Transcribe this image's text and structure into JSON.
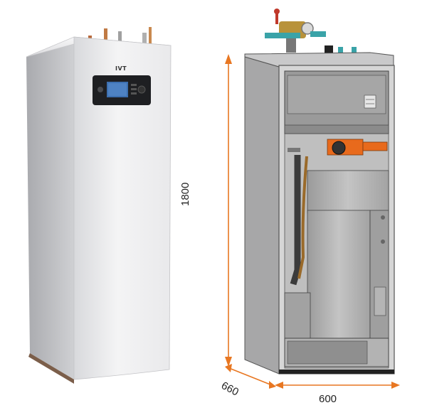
{
  "product": {
    "brand": "IVT"
  },
  "dimensions": {
    "height": "1800",
    "width": "600",
    "depth": "660"
  },
  "colors": {
    "dimension_line": "#e87722",
    "casing": "#e4e4e6",
    "frame": "#8a8a8a",
    "pump": "#e86a1c"
  }
}
